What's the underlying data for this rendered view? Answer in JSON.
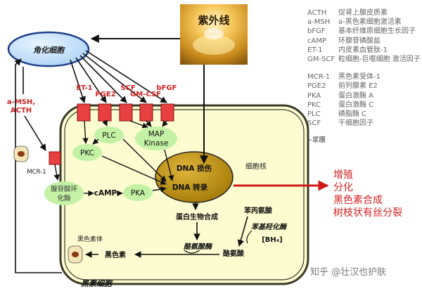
{
  "uv": {
    "label": "紫外线"
  },
  "keratinocyte": {
    "label": "角化细胞"
  },
  "melanocyte": {
    "label": "黑素细胞"
  },
  "membrane": {
    "label": "浆膜"
  },
  "nucleus_label": "细胞核",
  "left_factor": {
    "line1": "a-MSH,",
    "line2": "ACTH"
  },
  "receptor_labels": {
    "mcr1": "MCR-1"
  },
  "top_factors": [
    "ET-1",
    "PGE2",
    "SCF",
    "GM-CSF",
    "bFGF"
  ],
  "nodes": {
    "plc": "PLC",
    "pkc": "PKC",
    "map_line1": "MAP",
    "map_line2": "Kinase",
    "adenylate_line1": "腺苷酸环",
    "adenylate_line2": "化酶",
    "camp": "cAMP",
    "pka": "PKA",
    "dna_damage": "DNA 损伤",
    "dna_transcription": "DNA 转录",
    "protein_synthesis": "蛋白生物合成",
    "tyrosinase": "酪氨酸酶",
    "phenylalanine": "苯丙氨酸",
    "phenylalanine_hydroxylase": "苯基羟化酶",
    "bh4": "[BH₄]",
    "tyrosine": "酪氨酸",
    "melanin": "黑色素",
    "melanosome": "黑色素体"
  },
  "outcomes": [
    "增殖",
    "分化",
    "黑色素合成",
    "树枝状有丝分裂"
  ],
  "legend": {
    "group1": [
      {
        "abbr": "ACTH",
        "desc": "促肾上腺皮质素"
      },
      {
        "abbr": "a-MSH",
        "desc": "a-黑色素细胞激活素"
      },
      {
        "abbr": "bFGF",
        "desc": "基本纤维原细胞生长因子"
      },
      {
        "abbr": "cAMP",
        "desc": "环腺苷磷酸盐"
      },
      {
        "abbr": "ET-1",
        "desc": "内皮素血管肽-1"
      },
      {
        "abbr": "GM-SCF",
        "desc": "粒细胞-巨噬细胞 激活因子"
      }
    ],
    "group2": [
      {
        "abbr": "MCR-1",
        "desc": "黑色素受体-1"
      },
      {
        "abbr": "PGE2",
        "desc": "前列腺素 E2"
      },
      {
        "abbr": "PKA",
        "desc": "蛋白激酶 A"
      },
      {
        "abbr": "PKC",
        "desc": "蛋白激酶 C"
      },
      {
        "abbr": "PLC",
        "desc": "磷脂酶 C"
      },
      {
        "abbr": "SCF",
        "desc": "干细胞因子"
      }
    ]
  },
  "watermark": "知乎 @壮汉也护肤",
  "colors": {
    "cell_fill": "#fdfcd0",
    "cell_border": "#3a3a2a",
    "green_node": "#c4f2a4",
    "keratinocyte_fill": "#cfe6fa",
    "keratinocyte_border": "#1f3f8a",
    "nucleus_fill": "#c49406",
    "receptor_fill": "#e84040",
    "factor_text": "#d42020",
    "outcome_text": "#d42020",
    "arrow_red": "#d01818"
  }
}
